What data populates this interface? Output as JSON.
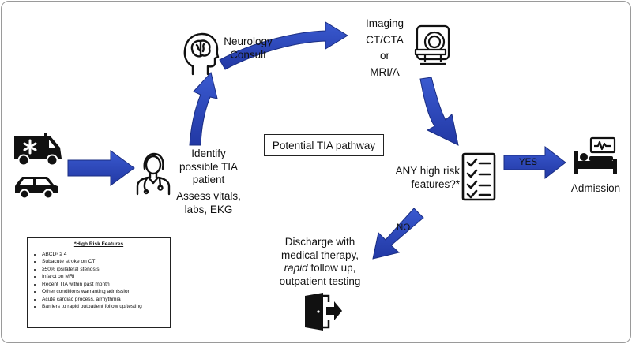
{
  "title": "Potential TIA pathway",
  "nodes": {
    "identify": [
      "Identify",
      "possible TIA",
      "patient"
    ],
    "assess": [
      "Assess vitals,",
      "labs, EKG"
    ],
    "neurology": [
      "Neurology",
      "Consult"
    ],
    "imaging": [
      "Imaging",
      "CT/CTA",
      "or",
      "MRI/A"
    ],
    "risk_question": [
      "ANY high risk",
      "features?*"
    ],
    "admission": "Admission",
    "discharge": {
      "line1": "Discharge with",
      "line2": "medical therapy,",
      "line3_em": "rapid",
      "line3_rest": " follow up,",
      "line4": "outpatient testing"
    }
  },
  "edge_labels": {
    "yes": "YES",
    "no": "NO"
  },
  "risk_box": {
    "title": "*High Risk Features",
    "items": [
      "ABCD² ≥ 4",
      "Subacute stroke on CT",
      "≥50% ipsilateral stenosis",
      "Infarct on MRI",
      "Recent TIA within past month",
      "Other conditions warranting admission",
      "Acute cardiac process, arrhythmia",
      "Barriers to rapid outpatient follow up/testing"
    ]
  },
  "colors": {
    "arrow_fill": "#2945b8",
    "arrow_stroke": "#1a2d82",
    "icon": "#111111"
  },
  "icons": [
    "ambulance-icon",
    "car-icon",
    "doctor-icon",
    "brain-head-icon",
    "mri-scanner-icon",
    "checklist-icon",
    "hospital-bed-icon",
    "exit-door-icon"
  ]
}
